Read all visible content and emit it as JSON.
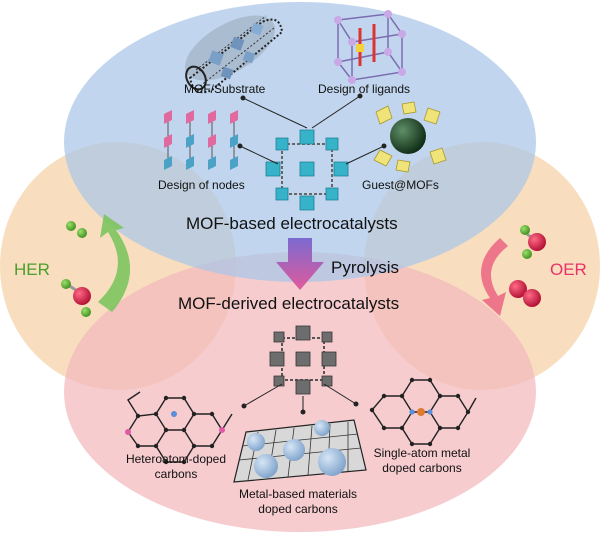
{
  "top_section": {
    "title": "MOF-based electrocatalysts",
    "items": {
      "substrate": "MOF/Substrate",
      "ligands": "Design of ligands",
      "nodes": "Design of nodes",
      "guest": "Guest@MOFs"
    }
  },
  "process": {
    "label": "Pyrolysis"
  },
  "bottom_section": {
    "title": "MOF-derived electrocatalysts",
    "items": {
      "heteroatom": [
        "Heteroatom-doped",
        "carbons"
      ],
      "metal_based": [
        "Metal-based materials",
        "doped carbons"
      ],
      "single_atom": [
        "Single-atom metal",
        "doped carbons"
      ]
    }
  },
  "left_reaction": {
    "label": "HER",
    "color": "#5cb531"
  },
  "right_reaction": {
    "label": "OER",
    "color": "#e8336a"
  },
  "colors": {
    "top_ellipse": "#b9cfe6",
    "bottom_ellipse": "#f4c6c9",
    "side_ellipses": "#f7d9b4",
    "mof_node": "#37b3c9",
    "derived_node": "#6d6d6d",
    "hydrogen": "#57b22c",
    "oxygen": "#d8163e"
  }
}
